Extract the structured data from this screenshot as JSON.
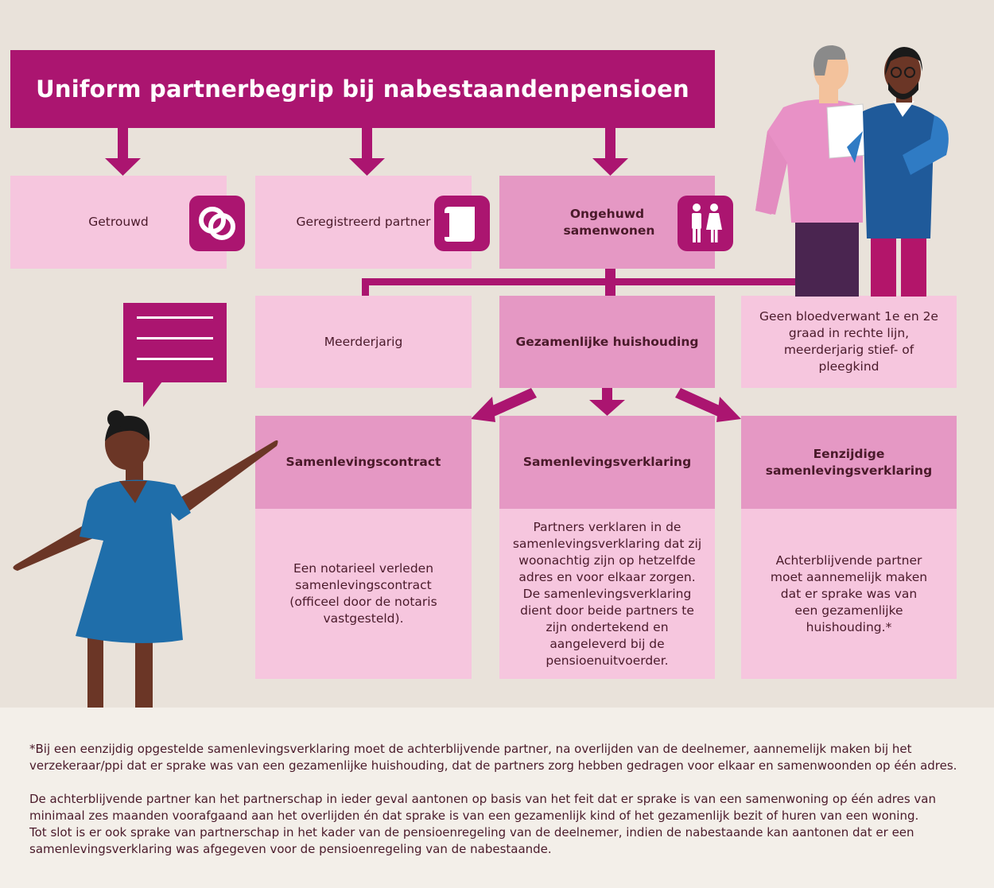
{
  "title": "Uniform partnerbegrip bij nabestaandenpensioen",
  "level1": [
    {
      "label": "Getrouwd",
      "icon": "rings-icon"
    },
    {
      "label": "Geregistreerd partner",
      "icon": "document-icon"
    },
    {
      "label": "Ongehuwd samenwonen",
      "icon": "couple-icon"
    }
  ],
  "level2": [
    {
      "label": "Meerderjarig"
    },
    {
      "label": "Gezamenlijke huishouding"
    },
    {
      "label": "Geen bloedverwant 1e en 2e graad in rechte lijn, meerderjarig stief- of pleegkind"
    }
  ],
  "level3": [
    {
      "heading": "Samenlevingscontract",
      "body": "Een notarieel verleden samenlevingscontract (officeel door de notaris vastgesteld)."
    },
    {
      "heading": "Samenlevingsverklaring",
      "body": "Partners verklaren in de samenlevingsverklaring dat zij woonachtig zijn op hetzelfde adres en voor elkaar zorgen. De samenlevingsverklaring dient door beide partners te zijn ondertekend en aangeleverd bij de pensioenuitvoerder."
    },
    {
      "heading": "Eenzijdige samenlevingsverklaring",
      "body": "Achterblijvende partner moet aannemelijk maken dat er sprake was van een gezamenlijke huishouding.*"
    }
  ],
  "footer": {
    "note": "*Bij een eenzijdig opgestelde samenlevingsverklaring moet de achterblijvende partner, na overlijden van de deelnemer, aannemelijk maken bij het verzekeraar/ppi dat er sprake was van een gezamenlijke huishouding, dat de partners zorg hebben gedragen voor elkaar en samenwoonden op één adres.",
    "para1": "De achterblijvende partner kan het partnerschap in ieder geval aantonen op basis van het feit dat er sprake is van een samenwoning op één adres van minimaal zes maanden voorafgaand aan het overlijden én dat sprake is van een gezamenlijk kind of het gezamenlijk bezit of huren van een woning.",
    "para2": "Tot slot is er ook sprake van partnerschap in het kader van de pensioenregeling van de deelnemer, indien de nabestaande kan aantonen dat er een samenlevingsverklaring was afgegeven voor de pensioenregeling van de nabestaande."
  },
  "colors": {
    "magenta": "#ab1570",
    "light_pink": "#f6c6de",
    "mid_pink": "#e598c4",
    "background": "#e9e2da"
  }
}
